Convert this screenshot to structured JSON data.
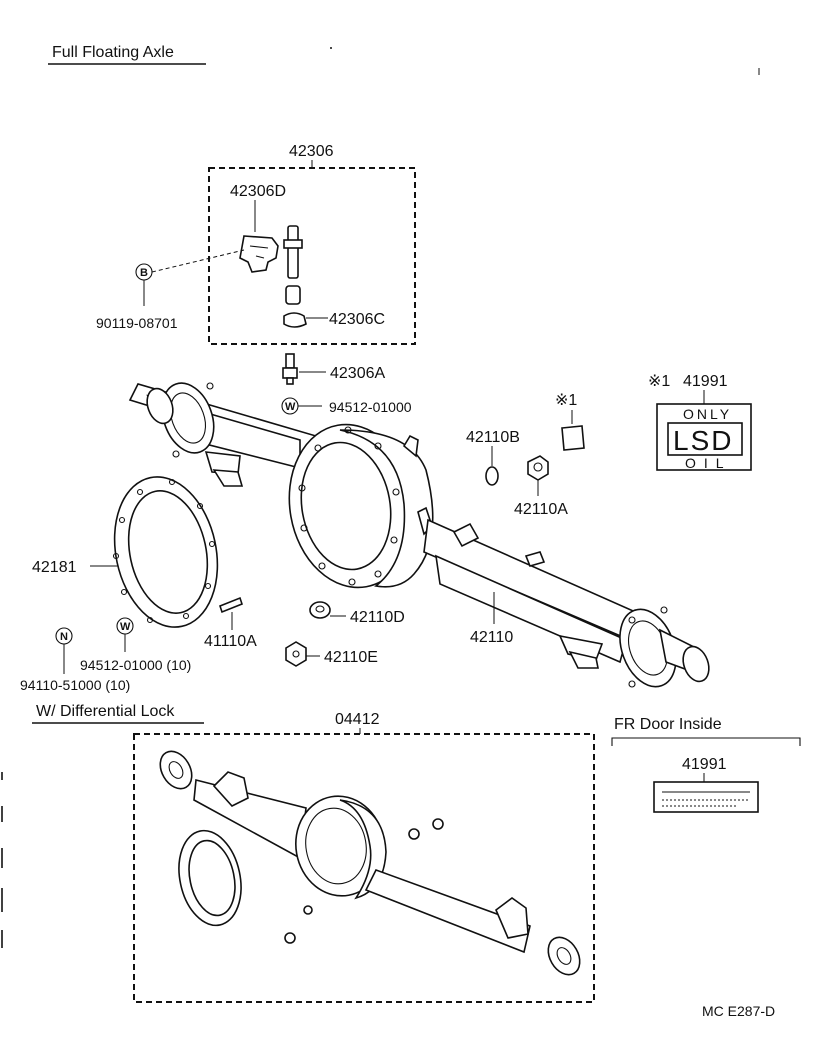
{
  "headers": {
    "full_floating": "Full Floating Axle",
    "diff_lock": "W/ Differential Lock",
    "fr_door": "FR Door Inside"
  },
  "parts": {
    "p42306": "42306",
    "p42306D": "42306D",
    "p42306C": "42306C",
    "p42306A": "42306A",
    "p90119": "90119-08701",
    "p94512_top": "94512-01000",
    "p41991_mark": "※1",
    "p41991": "41991",
    "p42110B": "42110B",
    "p42110A": "42110A",
    "p42181": "42181",
    "p41110A": "41110A",
    "p42110D": "42110D",
    "p42110E": "42110E",
    "p42110": "42110",
    "p94512_bottom": "94512-01000 (10)",
    "p94110": "94110-51000 (10)",
    "p04412": "04412",
    "p41991_door": "41991"
  },
  "markers": {
    "star1": "※1",
    "circle_b": "B",
    "circle_w": "W",
    "circle_n": "N"
  },
  "lsd_label": {
    "top": "ONLY",
    "main": "LSD",
    "bottom": "OIL"
  },
  "footer": {
    "code": "MC  E287-D"
  }
}
